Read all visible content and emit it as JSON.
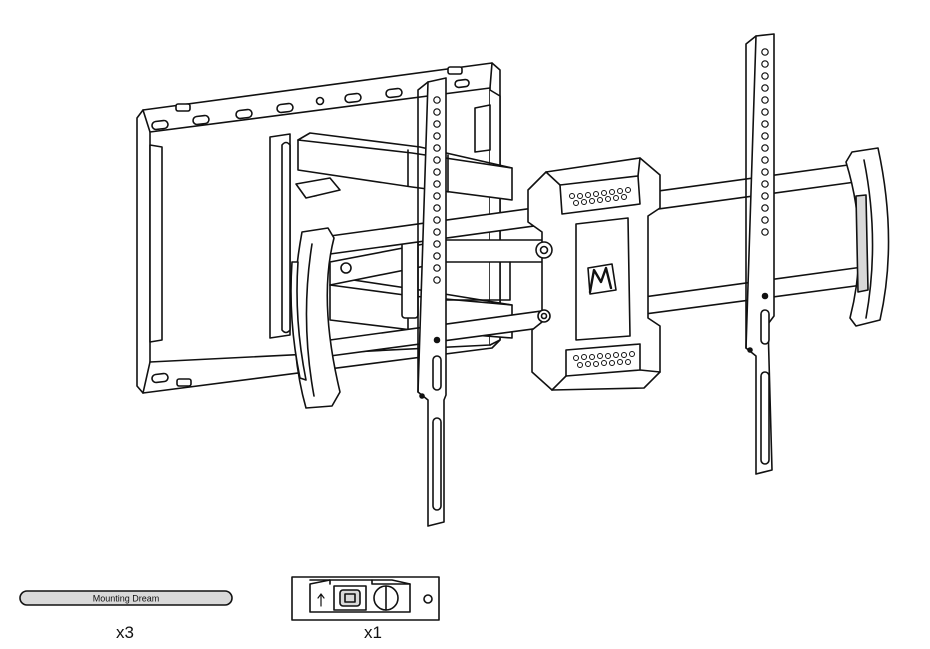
{
  "parts": {
    "strap": {
      "brand_label": "Mounting Dream",
      "quantity": "x3"
    },
    "level": {
      "quantity": "x1"
    }
  },
  "product": {
    "logo_mark": "M",
    "icons": [
      "wall-plate-icon",
      "extension-arm-icon",
      "tv-bracket-icon",
      "safety-strap-icon",
      "bubble-level-icon"
    ]
  },
  "colors": {
    "line": "#111111",
    "fill": "#ffffff",
    "shade": "#d9d9d9"
  }
}
